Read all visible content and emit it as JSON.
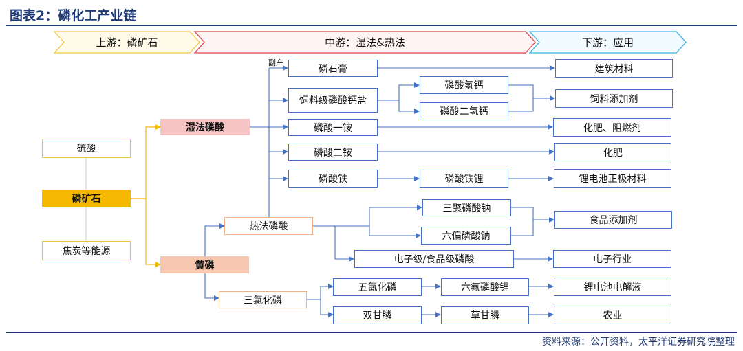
{
  "title": "图表2：磷化工产业链",
  "stages": {
    "upstream": "上游：磷矿石",
    "midstream": "中游：湿法&热法",
    "downstream": "下游：应用"
  },
  "nodes": {
    "sulfuric_acid": "硫酸",
    "phosphate_rock": "磷矿石",
    "coke_energy": "焦炭等能源",
    "wet_phosphoric_acid": "湿法磷酸",
    "yellow_phosphorus": "黄磷",
    "thermal_phosphoric_acid": "热法磷酸",
    "phosphorus_trichloride": "三氯化磷",
    "phosphogypsum": "磷石膏",
    "feed_grade_calcium_phosphate": "饲料级磷酸钙盐",
    "map": "磷酸一铵",
    "dap": "磷酸二铵",
    "iron_phosphate": "磷酸铁",
    "dicalcium_phosphate": "磷酸氢钙",
    "monocalcium_phosphate": "磷酸二氢钙",
    "lfp": "磷酸铁锂",
    "stpp": "三聚磷酸钠",
    "shmp": "六偏磷酸钠",
    "electronic_food_grade_acid": "电子级/食品级磷酸",
    "phosphorus_pentachloride": "五氯化磷",
    "glyphosate": "双甘膦",
    "lipf6": "六氟磷酸锂",
    "glyphosate_product": "草甘膦",
    "building_materials": "建筑材料",
    "feed_additive": "饲料添加剂",
    "fertilizer_flame_retardant": "化肥、阻燃剂",
    "fertilizer": "化肥",
    "cathode_material": "锂电池正极材料",
    "food_additive": "食品添加剂",
    "electronics_industry": "电子行业",
    "electrolyte": "锂电池电解液",
    "agriculture": "农业"
  },
  "byproduct_note": "副产",
  "source": "资料来源：公开资料，太平洋证券研究院整理",
  "colors": {
    "heading": "#1f3a78",
    "box_border": "#4472c4",
    "arrow": "#4472c4",
    "phosphate_rock_fill": "#f5b800",
    "wet_acid_fill": "#f6c4c4",
    "yellow_phosphorus_fill": "#f7c7b0"
  }
}
